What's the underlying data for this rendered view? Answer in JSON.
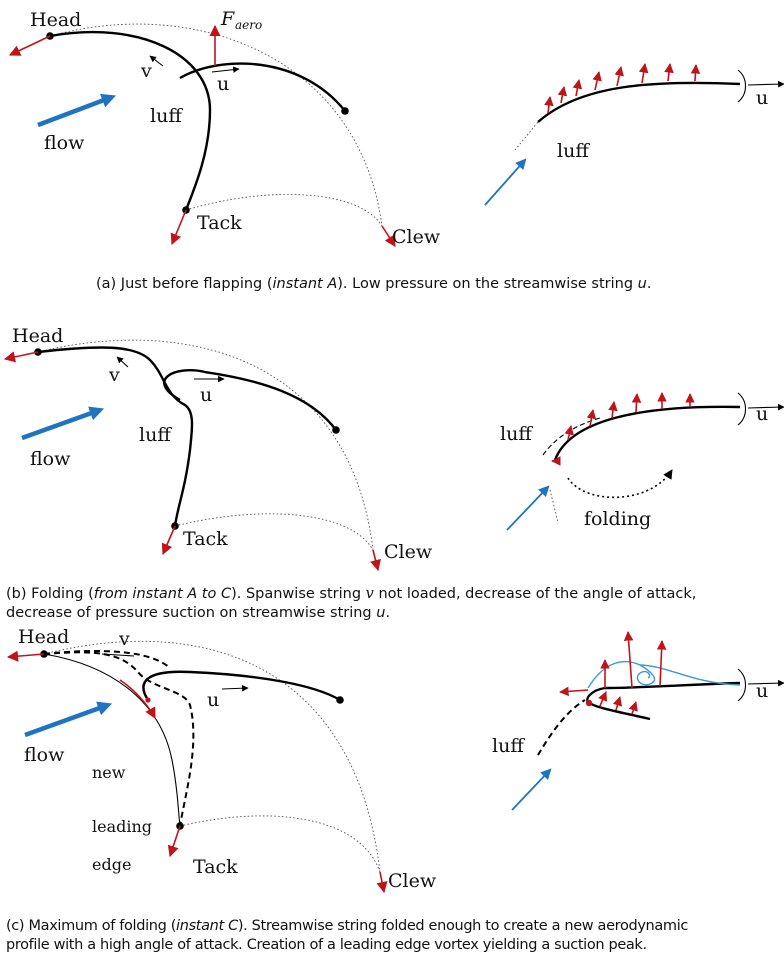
{
  "panel_a": {
    "labels": {
      "head": "Head",
      "f_aero_main": "F",
      "f_aero_sub": "aero",
      "v": "v",
      "u": "u",
      "luff": "luff",
      "flow": "flow",
      "tack": "Tack",
      "clew": "Clew",
      "right_luff": "luff",
      "right_u": "u"
    },
    "caption": {
      "prefix": "(a) Just before flapping (",
      "emph": "instant A",
      "middle": "). Low pressure on the streamwise string ",
      "var": "u",
      "suffix": "."
    }
  },
  "panel_b": {
    "labels": {
      "head": "Head",
      "v": "v",
      "u": "u",
      "luff": "luff",
      "flow": "flow",
      "tack": "Tack",
      "clew": "Clew",
      "right_luff": "luff",
      "right_u": "u",
      "folding": "folding"
    },
    "caption": {
      "line1_prefix": "(b) Folding (",
      "line1_emph": "from instant A to C",
      "line1_middle": "). Spanwise string ",
      "line1_var": "v",
      "line1_suffix": " not loaded, decrease of the angle of attack,",
      "line2_prefix": "decrease of pressure suction on streamwise string ",
      "line2_var": "u",
      "line2_suffix": "."
    }
  },
  "panel_c": {
    "labels": {
      "head": "Head",
      "v": "v",
      "u": "u",
      "flow": "flow",
      "new": "new",
      "leading": "leading",
      "edge": "edge",
      "tack": "Tack",
      "clew": "Clew",
      "right_luff": "luff",
      "right_u": "u"
    },
    "caption": {
      "line1_prefix": "(c) Maximum of folding (",
      "line1_emph": "instant C",
      "line1_suffix": "). Streamwise string folded enough to create a new aerodynamic",
      "line2": "profile with a high angle of attack. Creation of a leading edge vortex yielding a suction peak."
    }
  },
  "colors": {
    "force_arrow": "#c0141b",
    "flow_arrow": "#1f74bf",
    "vortex": "#3a9ad9",
    "sail": "#000000"
  }
}
